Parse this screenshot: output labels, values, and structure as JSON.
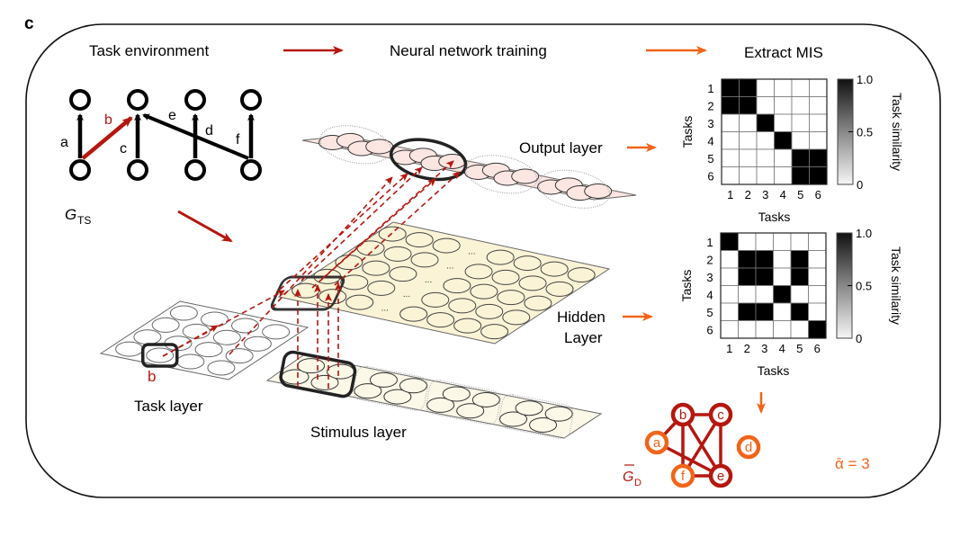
{
  "panel_label": "c",
  "stages": {
    "task_environment": "Task environment",
    "neural_training": "Neural network training",
    "extract_mis": "Extract MIS"
  },
  "task_graph": {
    "label_main": "G",
    "label_sub": "TS",
    "edges": [
      {
        "label": "a",
        "highlighted": false
      },
      {
        "label": "b",
        "highlighted": true
      },
      {
        "label": "c",
        "highlighted": false
      },
      {
        "label": "d",
        "highlighted": false
      },
      {
        "label": "e",
        "highlighted": false
      },
      {
        "label": "f",
        "highlighted": false
      }
    ]
  },
  "layers": {
    "output": "Output layer",
    "hidden_line1": "Hidden",
    "hidden_line2": "Layer",
    "task": "Task layer",
    "stimulus": "Stimulus layer",
    "task_highlight_label": "b",
    "ellipsis": "..."
  },
  "matrices": [
    {
      "name": "output",
      "xlabel": "Tasks",
      "ylabel": "Tasks",
      "ticks": [
        "1",
        "2",
        "3",
        "4",
        "5",
        "6"
      ],
      "values": [
        [
          1,
          1,
          0,
          0,
          0,
          0
        ],
        [
          1,
          1,
          0,
          0,
          0,
          0
        ],
        [
          0,
          0,
          1,
          0,
          0,
          0
        ],
        [
          0,
          0,
          0,
          1,
          0,
          0
        ],
        [
          0,
          0,
          0,
          0,
          1,
          1
        ],
        [
          0,
          0,
          0,
          0,
          1,
          1
        ]
      ],
      "colorbar": {
        "label": "Task similarity",
        "ticks": [
          "1.0",
          "0.5",
          "0"
        ]
      }
    },
    {
      "name": "hidden",
      "xlabel": "Tasks",
      "ylabel": "Tasks",
      "ticks": [
        "1",
        "2",
        "3",
        "4",
        "5",
        "6"
      ],
      "values": [
        [
          1,
          0,
          0,
          0,
          0,
          0
        ],
        [
          0,
          1,
          1,
          0,
          1,
          0
        ],
        [
          0,
          1,
          1,
          0,
          1,
          0
        ],
        [
          0,
          0,
          0,
          1,
          0,
          0
        ],
        [
          0,
          1,
          1,
          0,
          1,
          0
        ],
        [
          0,
          0,
          0,
          0,
          0,
          1
        ]
      ],
      "colorbar": {
        "label": "Task similarity",
        "ticks": [
          "1.0",
          "0.5",
          "0"
        ]
      }
    }
  ],
  "dependency_graph": {
    "label_main": "G",
    "label_sub": "D",
    "nodes": [
      {
        "id": "a",
        "in_mis": true
      },
      {
        "id": "b",
        "in_mis": false
      },
      {
        "id": "c",
        "in_mis": false
      },
      {
        "id": "d",
        "in_mis": true
      },
      {
        "id": "e",
        "in_mis": false
      },
      {
        "id": "f",
        "in_mis": true
      }
    ],
    "edges": [
      [
        "a",
        "b"
      ],
      [
        "a",
        "e"
      ],
      [
        "b",
        "c"
      ],
      [
        "b",
        "f"
      ],
      [
        "b",
        "e"
      ],
      [
        "c",
        "f"
      ],
      [
        "c",
        "e"
      ],
      [
        "f",
        "e"
      ]
    ],
    "alpha_label": "ᾱ = 3"
  },
  "colors": {
    "dark_red": "#b5170e",
    "orange": "#f26419",
    "output_fill": "#fbe6e2",
    "hidden_fill": "#faf3d6",
    "stim_fill": "#fbf8e8"
  }
}
